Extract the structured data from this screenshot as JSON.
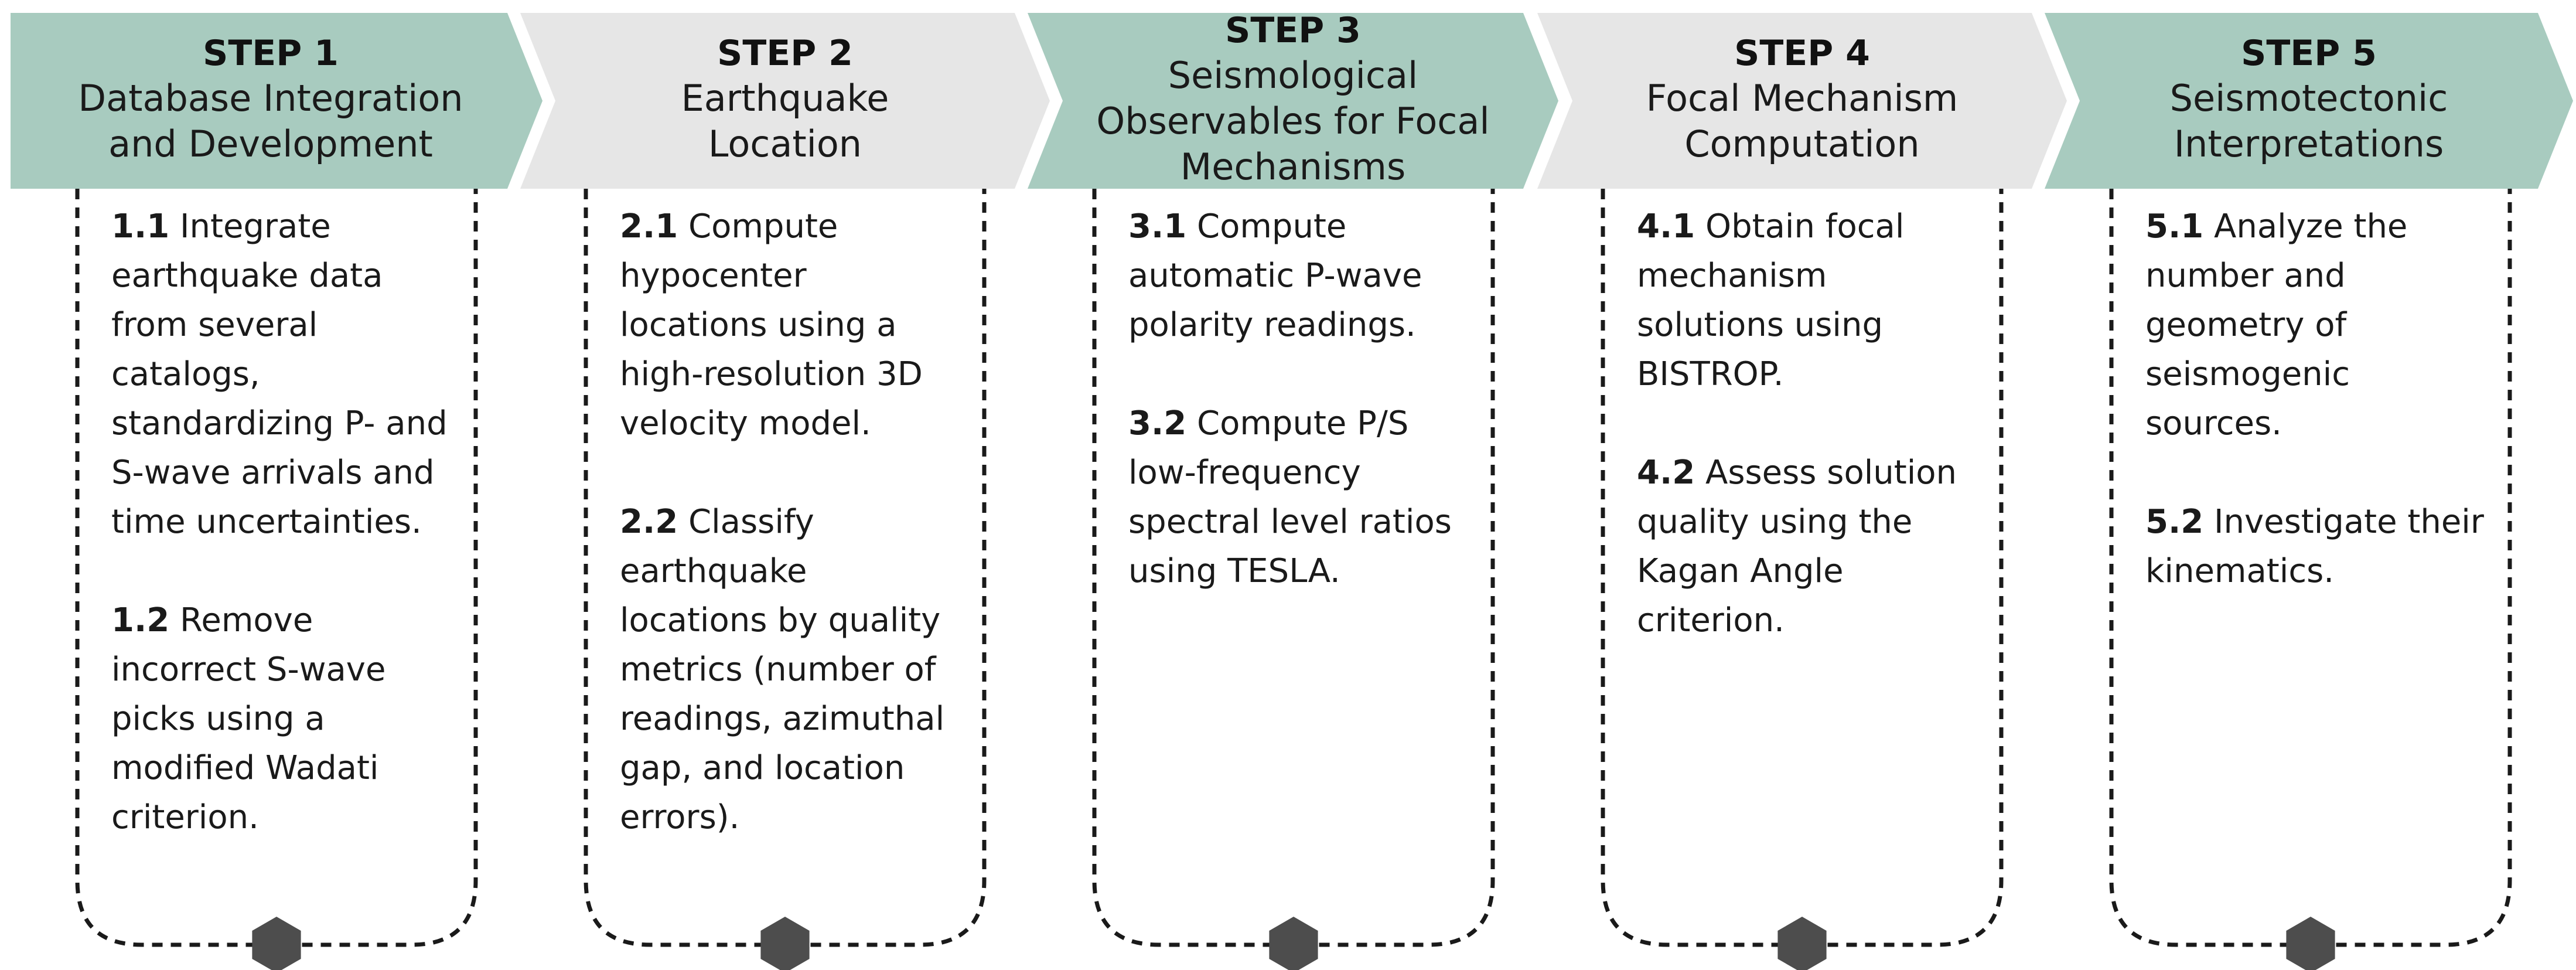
{
  "colors": {
    "green": "#a8cbbf",
    "gray": "#e6e6e6",
    "border": "#1a1a1a",
    "hexagon": "#4d4d4d"
  },
  "steps": [
    {
      "title": "STEP 1",
      "name_lines": [
        "Database Integration",
        "and Development"
      ],
      "fill": "green",
      "tasks": [
        {
          "num": "1.1",
          "text": "Integrate earthquake data from several catalogs, standardizing P- and S-wave arrivals and time uncertainties."
        },
        {
          "num": "1.2",
          "text": "Remove incorrect S-wave picks using a modified Wadati criterion."
        }
      ]
    },
    {
      "title": "STEP 2",
      "name_lines": [
        "Earthquake",
        "Location"
      ],
      "fill": "gray",
      "tasks": [
        {
          "num": "2.1",
          "text": "Compute hypocenter locations using a high-resolution 3D velocity model."
        },
        {
          "num": "2.2",
          "text": "Classify earthquake locations by quality metrics (number of readings, azimuthal gap, and location errors)."
        }
      ]
    },
    {
      "title": "STEP 3",
      "name_lines": [
        "Seismological",
        "Observables for Focal",
        "Mechanisms"
      ],
      "fill": "green",
      "tasks": [
        {
          "num": "3.1",
          "text": "Compute automatic P-wave polarity readings."
        },
        {
          "num": "3.2",
          "text": "Compute P/S low-frequency spectral level ratios using TESLA."
        }
      ]
    },
    {
      "title": "STEP 4",
      "name_lines": [
        "Focal Mechanism",
        "Computation"
      ],
      "fill": "gray",
      "tasks": [
        {
          "num": "4.1",
          "text": "Obtain focal mechanism solutions using BISTROP."
        },
        {
          "num": "4.2",
          "text": "Assess solution quality using the Kagan Angle criterion."
        }
      ]
    },
    {
      "title": "STEP 5",
      "name_lines": [
        "Seismotectonic",
        "Interpretations"
      ],
      "fill": "green",
      "tasks": [
        {
          "num": "5.1",
          "text": "Analyze the number and geometry of seismogenic sources."
        },
        {
          "num": "5.2",
          "text": "Investigate their kinematics."
        }
      ]
    }
  ]
}
